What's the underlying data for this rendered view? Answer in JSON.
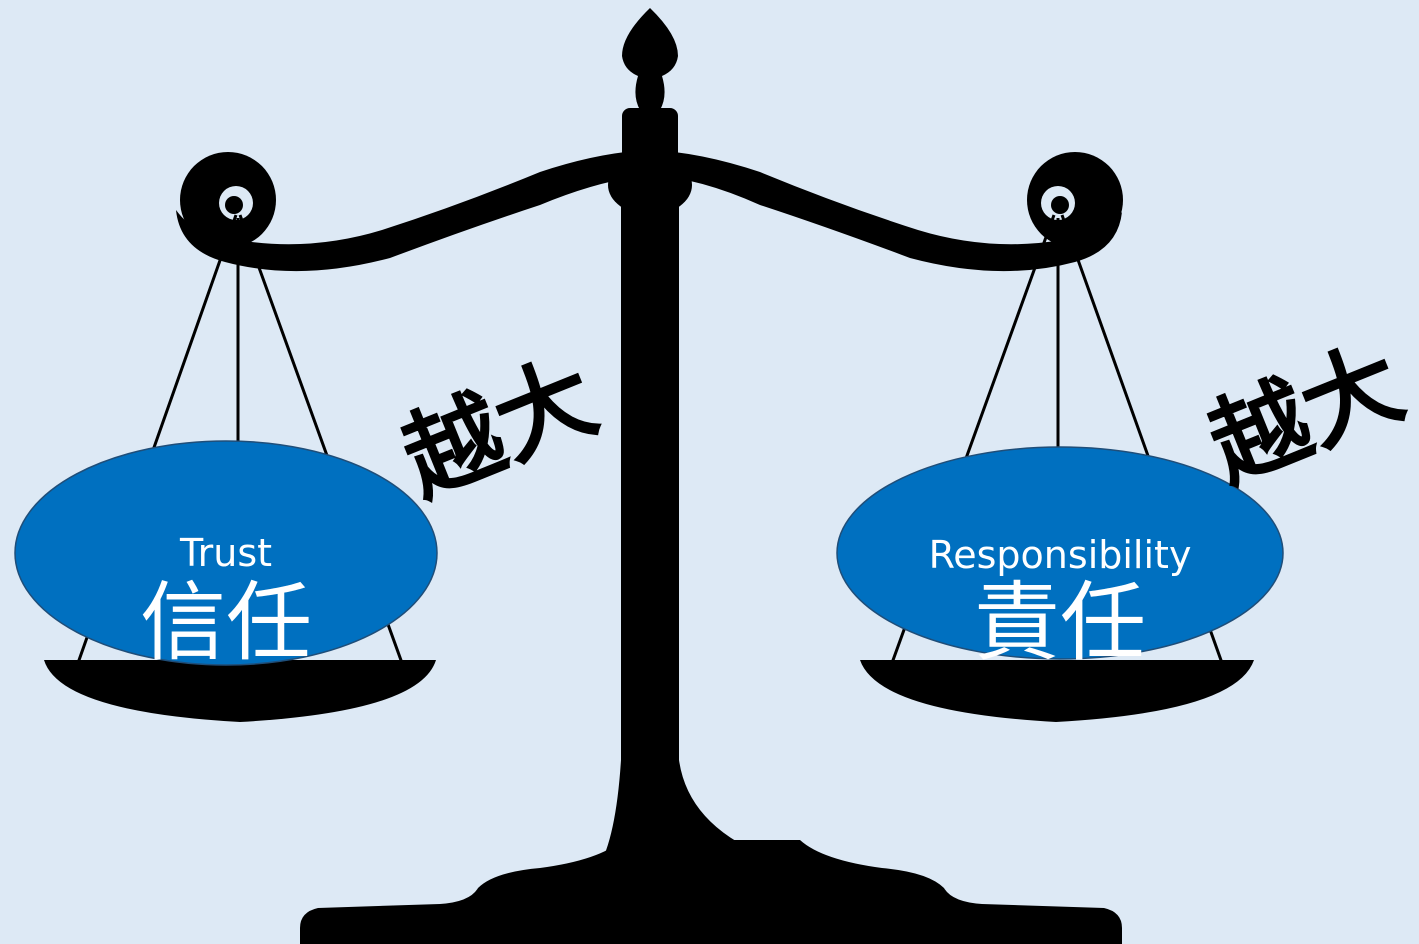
{
  "left_pan": {
    "label_en": "Trust",
    "label_zh": "信任",
    "fill_color": "#0070c0"
  },
  "right_pan": {
    "label_en": "Responsibility",
    "label_zh": "責任",
    "fill_color": "#0070c0"
  },
  "annotations": {
    "left": "越大",
    "right": "越大"
  },
  "colors": {
    "background": "#dde9f5",
    "scale": "#000000",
    "label_text": "#ffffff"
  }
}
